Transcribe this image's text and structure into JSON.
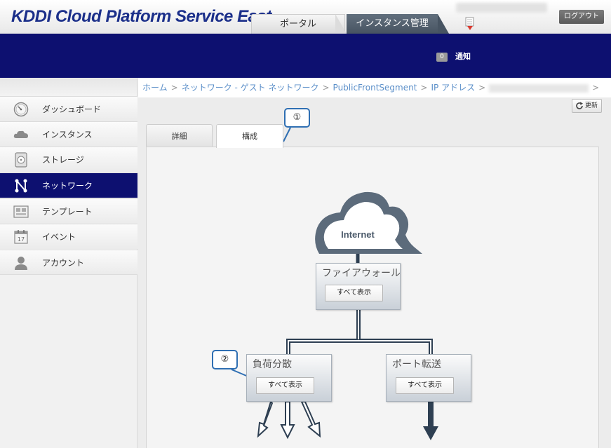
{
  "header": {
    "logo": "KDDI Cloud Platform Service East",
    "tabs": [
      {
        "label": "ポータル"
      },
      {
        "label": "インスタンス管理"
      }
    ],
    "logout_label": "ログアウト"
  },
  "notification": {
    "count": "0",
    "label": "通知"
  },
  "sidebar": {
    "items": [
      {
        "label": "ダッシュボード",
        "icon": "gauge-icon"
      },
      {
        "label": "インスタンス",
        "icon": "cloud-icon"
      },
      {
        "label": "ストレージ",
        "icon": "disk-icon"
      },
      {
        "label": "ネットワーク",
        "icon": "network-icon",
        "active": true
      },
      {
        "label": "テンプレート",
        "icon": "template-icon"
      },
      {
        "label": "イベント",
        "icon": "calendar-icon"
      },
      {
        "label": "アカウント",
        "icon": "user-icon"
      }
    ],
    "calendar_day": "17"
  },
  "breadcrumb": {
    "items": [
      "ホーム",
      "ネットワーク - ゲスト ネットワーク",
      "PublicFrontSegment",
      "IP アドレス"
    ],
    "separator": ">"
  },
  "toolbar": {
    "refresh_label": "更新"
  },
  "content_tabs": [
    {
      "label": "詳細"
    },
    {
      "label": "構成",
      "active": true
    }
  ],
  "diagram": {
    "internet_label": "Internet",
    "firewall": {
      "title": "ファイアウォール",
      "button": "すべて表示"
    },
    "load_balancer": {
      "title": "負荷分散",
      "button": "すべて表示"
    },
    "port_forwarding": {
      "title": "ポート転送",
      "button": "すべて表示"
    }
  },
  "callouts": [
    "①",
    "②"
  ],
  "colors": {
    "navy": "#0d1070",
    "link": "#5b8fc9",
    "callout_border": "#2f6fb3",
    "diagram_line": "#2e3f52",
    "cloud": "#5c6b7b"
  }
}
